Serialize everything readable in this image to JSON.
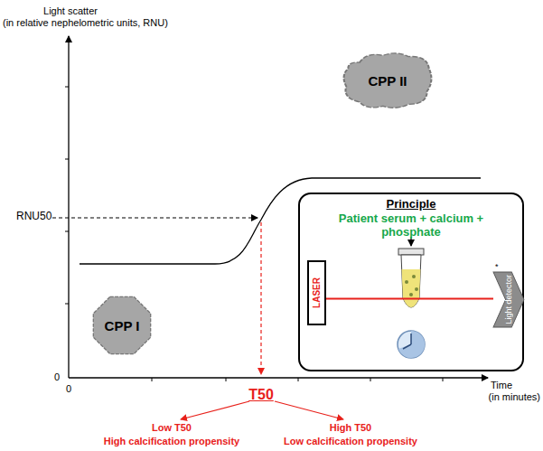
{
  "diagram": {
    "nodes": [
      {
        "text": [
          "CPP I"
        ]
      },
      {
        "text": [
          "CPP II"
        ]
      },
      {
        "text": [
          "Principle",
          "Patient serum + calcium + phosphate"
        ]
      },
      {
        "text": [
          "LASER"
        ],
        "in": 2
      },
      {
        "text": [
          "Light detector"
        ],
        "in": 2
      }
    ],
    "edges": [
      {
        "from": 3,
        "to": 4,
        "arrow": "none"
      }
    ],
    "labels": [
      "Light scatter",
      "(in relative nephelometric units, RNU)",
      "RNU50",
      "0",
      "0",
      "Time",
      "(in minutes)",
      "T50",
      "Low T50",
      "High calcification propensity",
      "High T50",
      "Low calcification propensity",
      "*"
    ]
  }
}
